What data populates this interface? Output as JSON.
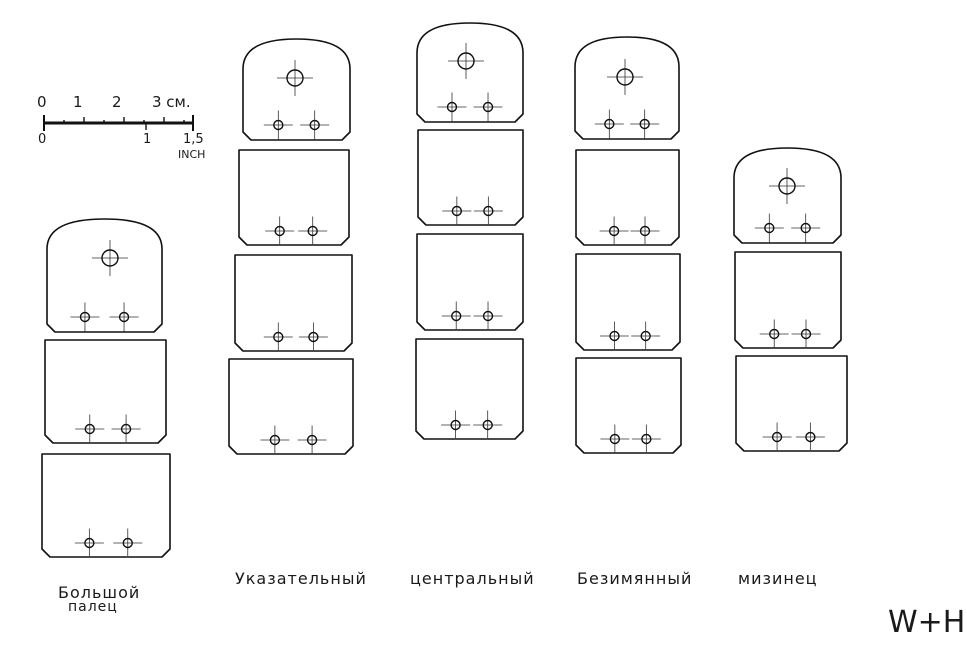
{
  "scale": {
    "cm_labels": [
      "0",
      "1",
      "2",
      "3 см."
    ],
    "inch_labels": [
      "0",
      "1",
      "1,5"
    ],
    "inch_unit": "INCH"
  },
  "fingers": [
    {
      "id": "thumb",
      "label": "Большой",
      "label2": "палец",
      "segments": 3
    },
    {
      "id": "index",
      "label": "Указательный",
      "segments": 4
    },
    {
      "id": "middle",
      "label": "центральный",
      "segments": 4
    },
    {
      "id": "ring",
      "label": "Безимянный",
      "segments": 4
    },
    {
      "id": "pinky",
      "label": "мизинец",
      "segments": 3
    }
  ],
  "signature": "W+H",
  "colors": {
    "line": "#111111",
    "background": "#ffffff"
  }
}
